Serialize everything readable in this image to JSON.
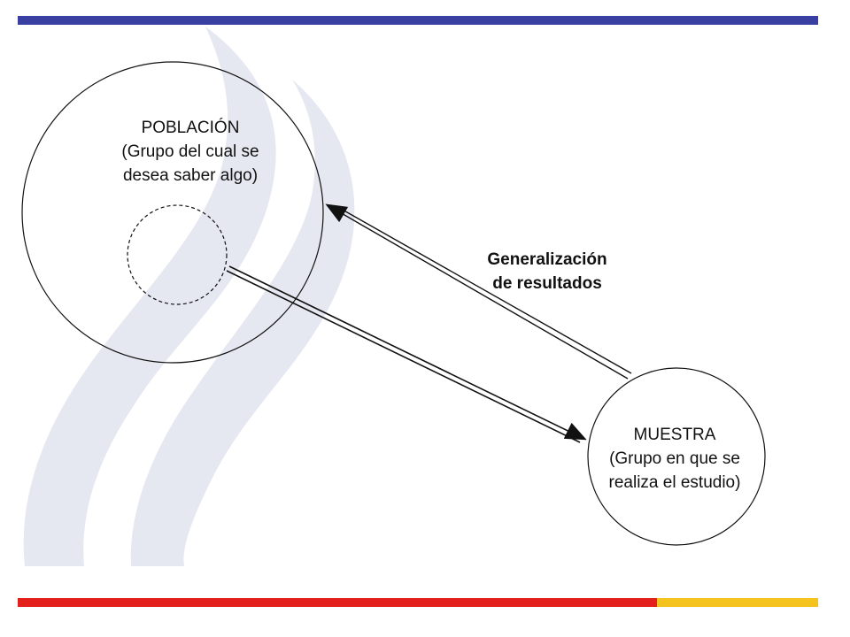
{
  "colors": {
    "top_bar": "#3a3fa2",
    "bottom_red": "#e3201b",
    "bottom_yellow": "#f5c31e",
    "watermark": "#e6e8f1",
    "stroke": "#111111"
  },
  "diagram": {
    "population": {
      "title": "POBLACIÓN",
      "line2": "(Grupo del cual se",
      "line3": "desea saber algo)"
    },
    "sample": {
      "title": "MUESTRA",
      "line2": "(Grupo en que se",
      "line3": "realiza el estudio)"
    },
    "generalization": {
      "line1": "Generalización",
      "line2": "de resultados"
    }
  }
}
